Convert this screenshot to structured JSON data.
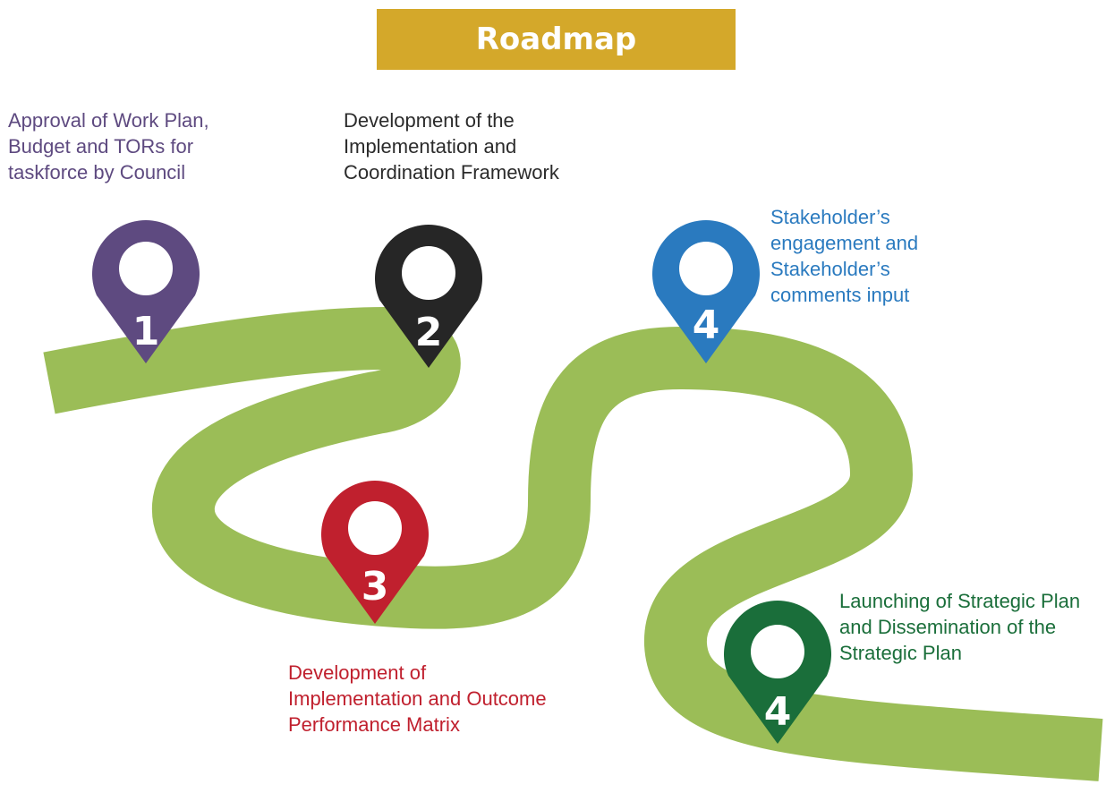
{
  "title": "Roadmap",
  "road_color": "#9bbd57",
  "steps": [
    {
      "number": "1",
      "text": "Approval of Work Plan, Budget and TORs for taskforce by Council",
      "color": "#5e4a80"
    },
    {
      "number": "2",
      "text": "Development of the Implementation and Coordination Framework",
      "color": "#2b2b2b"
    },
    {
      "number": "3",
      "text": "Development of Implementation and Outcome Performance Matrix",
      "color": "#c0202e"
    },
    {
      "number": "4",
      "text": "Stakeholder’s engagement and Stakeholder’s comments input",
      "color": "#2a7abf"
    },
    {
      "number": "4",
      "text": "Launching of Strategic Plan and Dissemination of the Strategic Plan",
      "color": "#1a6e3a"
    }
  ]
}
